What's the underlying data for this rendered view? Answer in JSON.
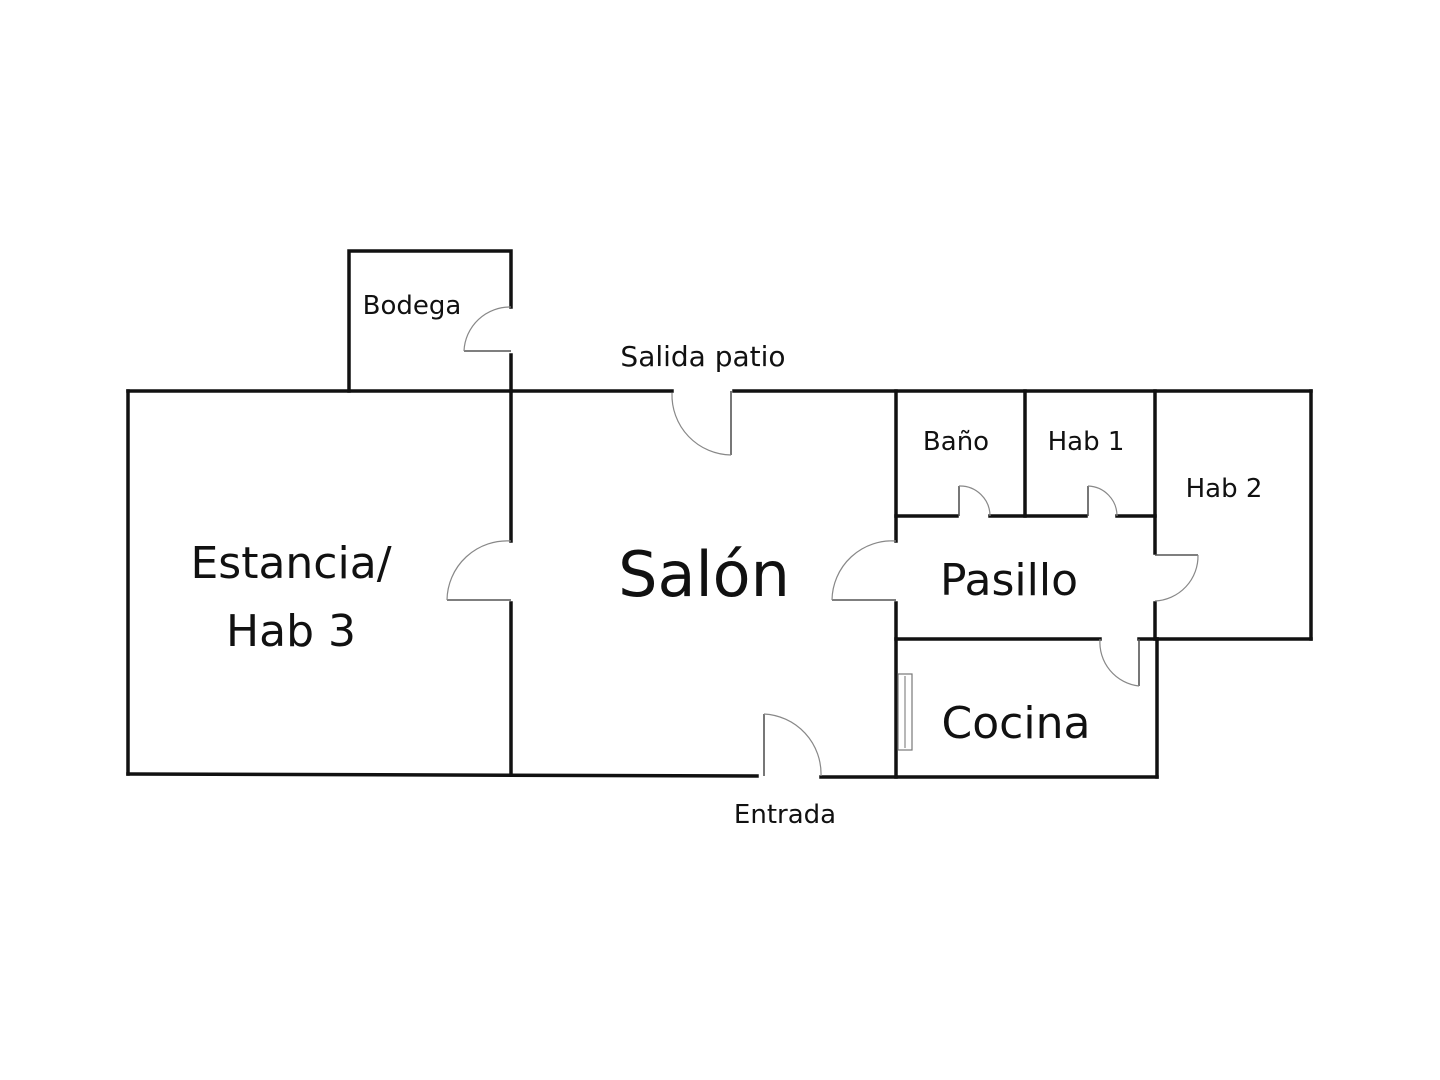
{
  "colors": {
    "background": "#ffffff",
    "wall": "#111111",
    "door": "#555555"
  },
  "rooms": {
    "bodega": "Bodega",
    "salida_patio": "Salida patio",
    "bano": "Baño",
    "hab1": "Hab 1",
    "hab2": "Hab 2",
    "estancia_line1": "Estancia/",
    "estancia_line2": "Hab 3",
    "salon": "Salón",
    "pasillo": "Pasillo",
    "cocina": "Cocina",
    "entrada": "Entrada"
  }
}
